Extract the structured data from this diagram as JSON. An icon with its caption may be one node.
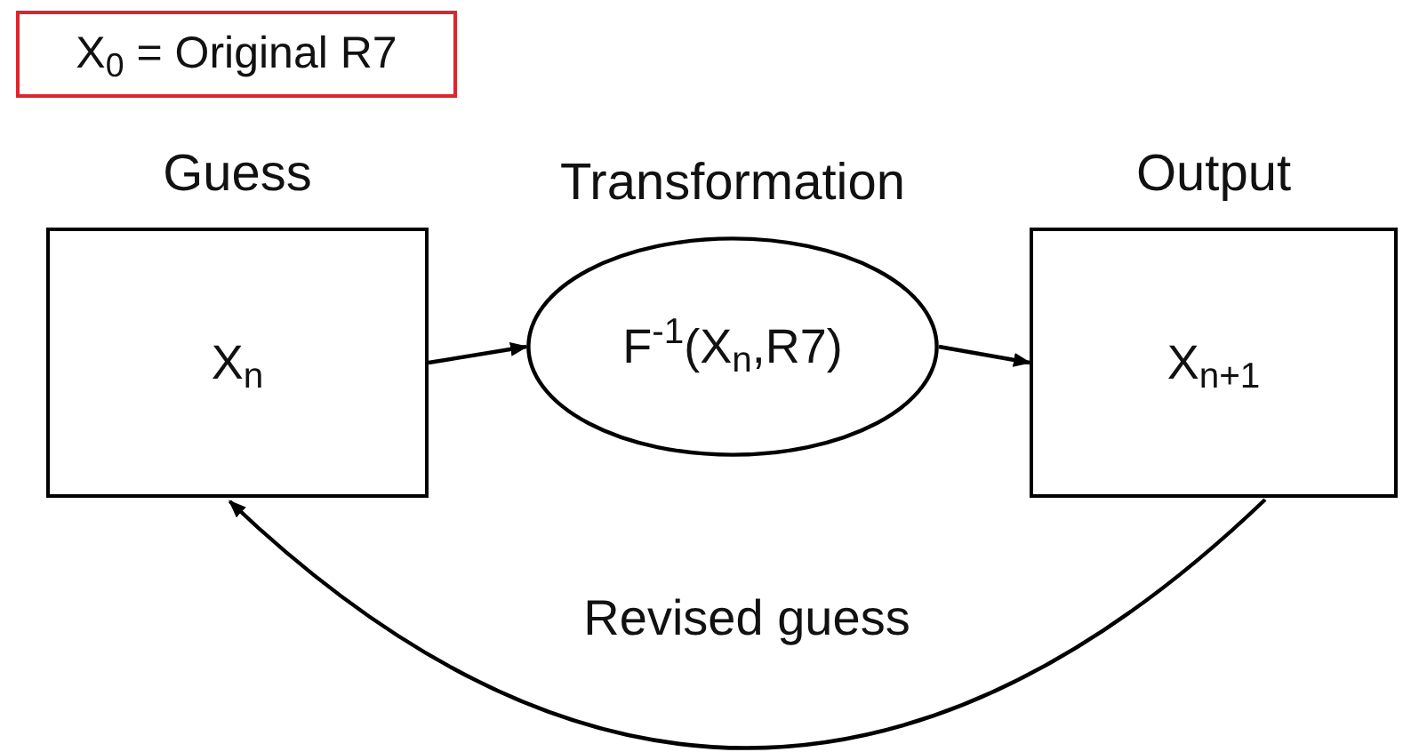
{
  "diagram": {
    "nodes": [
      {
        "text": [
          "X$_{0}$ = Original R7"
        ]
      },
      {
        "text": [
          "Guess",
          "X$_{n}$"
        ]
      },
      {
        "text": [
          "Transformation",
          "F$^{-1}$(X$_{n}$,R7)"
        ]
      },
      {
        "text": [
          "Output",
          "X$_{n+1}$"
        ]
      }
    ],
    "edges": [
      {
        "from": 1,
        "to": 2,
        "arrow": "to"
      },
      {
        "from": 2,
        "to": 3,
        "arrow": "to"
      },
      {
        "from": 3,
        "to": 1,
        "arrow": "to",
        "label": "Revised guess"
      }
    ]
  }
}
